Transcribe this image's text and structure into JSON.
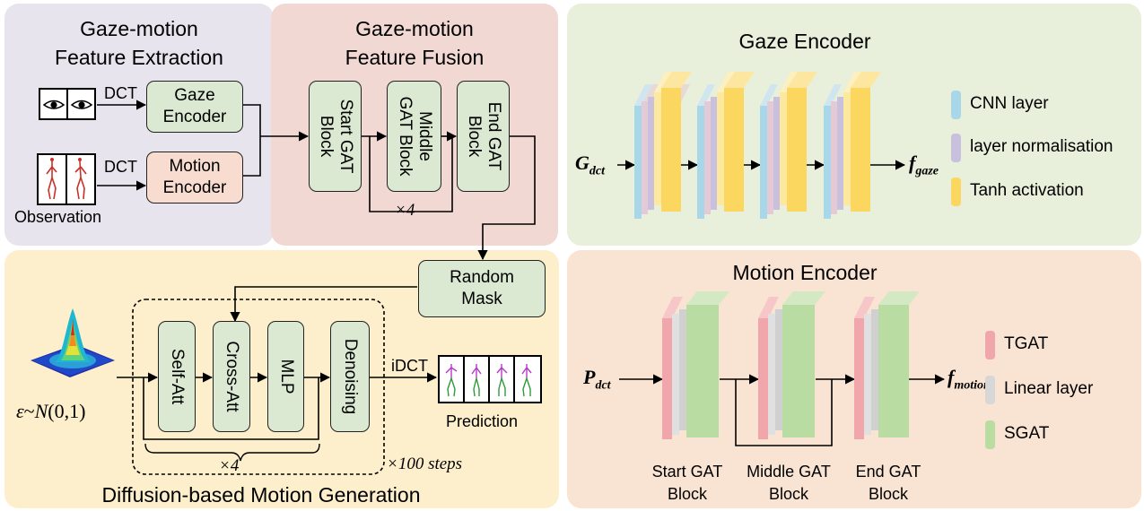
{
  "colors": {
    "extraction_bg": "#e7e4ee",
    "fusion_bg": "#f1d8d3",
    "gaze_encoder_bg": "#e8efda",
    "motion_encoder_bg": "#f9e3d2",
    "generation_bg": "#fdefcb",
    "module_fill": "#dbe9d2",
    "motion_module_fill": "#f7dccf",
    "cnn": "#a9d7ea",
    "norm": "#c9c0de",
    "tanh": "#fbd760",
    "tgat": "#f1a6ab",
    "linear": "#d7d7d7",
    "sgat": "#b9dca2"
  },
  "extraction": {
    "title_line1": "Gaze-motion",
    "title_line2": "Feature Extraction",
    "dct1": "DCT",
    "dct2": "DCT",
    "gaze_encoder_line1": "Gaze",
    "gaze_encoder_line2": "Encoder",
    "motion_encoder_line1": "Motion",
    "motion_encoder_line2": "Encoder",
    "observation": "Observation",
    "icons": [
      "eye-icon",
      "skeleton-icon"
    ]
  },
  "fusion": {
    "title_line1": "Gaze-motion",
    "title_line2": "Feature Fusion",
    "start_block_line1": "Start GAT",
    "start_block_line2": "Block",
    "middle_block_line1": "Middle",
    "middle_block_line2": "GAT Block",
    "end_block_line1": "End GAT",
    "end_block_line2": "Block",
    "repeat": "×4"
  },
  "gaze_encoder": {
    "title": "Gaze Encoder",
    "input_base": "G",
    "input_sub": "dct",
    "output_base": "f",
    "output_sub": "gaze",
    "legend": [
      "CNN layer",
      "layer normalisation",
      "Tanh activation"
    ]
  },
  "generation": {
    "title": "Diffusion-based Motion Generation",
    "random_mask_line1": "Random",
    "random_mask_line2": "Mask",
    "self_att": "Self-Att",
    "cross_att": "Cross-Att",
    "mlp": "MLP",
    "denoising": "Denoising",
    "noise_eps": "ε",
    "noise_tilde": "~",
    "noise_n": "N",
    "noise_args": "(0,1)",
    "idct": "iDCT",
    "prediction": "Prediction",
    "repeat": "×4",
    "steps": "×100 steps"
  },
  "motion_encoder": {
    "title": "Motion Encoder",
    "input_base": "P",
    "input_sub": "dct",
    "output_base": "f",
    "output_sub": "motion",
    "start_line1": "Start GAT",
    "start_line2": "Block",
    "middle_line1": "Middle GAT",
    "middle_line2": "Block",
    "end_line1": "End GAT",
    "end_line2": "Block",
    "legend": [
      "TGAT",
      "Linear layer",
      "SGAT"
    ]
  }
}
